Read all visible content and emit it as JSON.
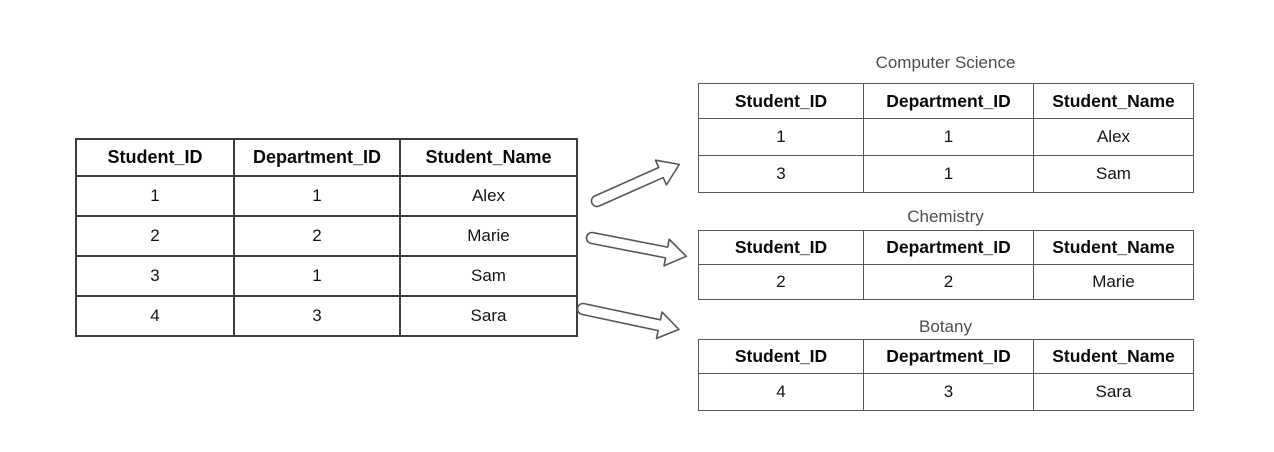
{
  "source_table": {
    "columns": [
      "Student_ID",
      "Department_ID",
      "Student_Name"
    ],
    "rows": [
      [
        "1",
        "1",
        "Alex"
      ],
      [
        "2",
        "2",
        "Marie"
      ],
      [
        "3",
        "1",
        "Sam"
      ],
      [
        "4",
        "3",
        "Sara"
      ]
    ]
  },
  "partition_tables": [
    {
      "title": "Computer Science",
      "columns": [
        "Student_ID",
        "Department_ID",
        "Student_Name"
      ],
      "rows": [
        [
          "1",
          "1",
          "Alex"
        ],
        [
          "3",
          "1",
          "Sam"
        ]
      ]
    },
    {
      "title": "Chemistry",
      "columns": [
        "Student_ID",
        "Department_ID",
        "Student_Name"
      ],
      "rows": [
        [
          "2",
          "2",
          "Marie"
        ]
      ]
    },
    {
      "title": "Botany",
      "columns": [
        "Student_ID",
        "Department_ID",
        "Student_Name"
      ],
      "rows": [
        [
          "4",
          "3",
          "Sara"
        ]
      ]
    }
  ],
  "icons": {
    "arrow_1": "block-arrow-up-right-icon",
    "arrow_2": "block-arrow-right-icon",
    "arrow_3": "block-arrow-down-right-icon"
  },
  "colors": {
    "background": "#ffffff",
    "source_border": "#3d3d3d",
    "partition_border": "#575757",
    "title_text": "#4d4d4d",
    "cell_text": "#141414",
    "arrow_outline": "#565656",
    "arrow_fill": "#ffffff"
  }
}
